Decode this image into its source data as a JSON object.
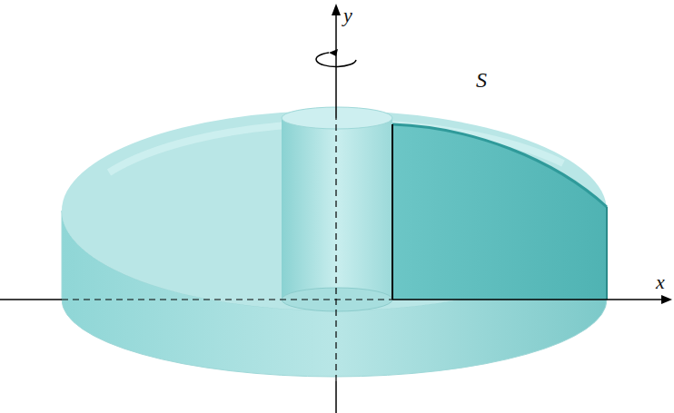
{
  "diagram": {
    "labels": [
      "y",
      "S",
      "x"
    ]
  }
}
